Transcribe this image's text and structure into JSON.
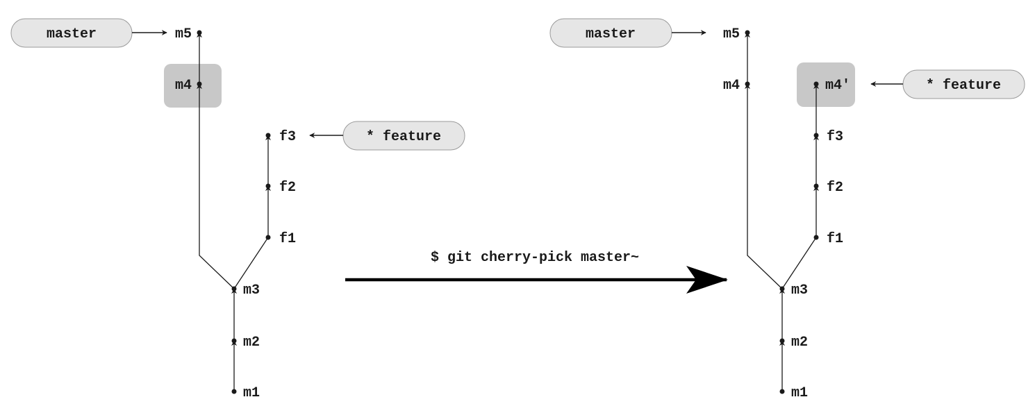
{
  "colors": {
    "line": "#1a1a1a",
    "ref_fill": "#e6e6e6",
    "ref_stroke": "#9a9a9a",
    "highlight_fill": "#c8c8c8"
  },
  "command": "$ git cherry-pick master~",
  "before": {
    "master_ref": "master",
    "feature_ref": "* feature",
    "commits": {
      "m1": "m1",
      "m2": "m2",
      "m3": "m3",
      "m4": "m4",
      "m5": "m5",
      "f1": "f1",
      "f2": "f2",
      "f3": "f3"
    }
  },
  "after": {
    "master_ref": "master",
    "feature_ref": "* feature",
    "commits": {
      "m1": "m1",
      "m2": "m2",
      "m3": "m3",
      "m4": "m4",
      "m5": "m5",
      "f1": "f1",
      "f2": "f2",
      "f3": "f3",
      "m4p": "m4'"
    }
  }
}
